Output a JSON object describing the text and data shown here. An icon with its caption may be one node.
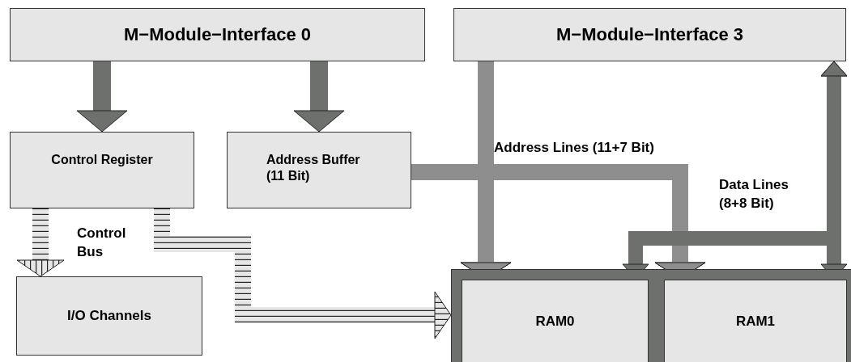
{
  "diagram": {
    "nodes": [
      {
        "text": [
          "M−Module−Interface 0"
        ]
      },
      {
        "text": [
          "M−Module−Interface 3"
        ]
      },
      {
        "text": [
          "Control Register"
        ]
      },
      {
        "text": [
          "Address Buffer (11 Bit)"
        ]
      },
      {
        "text": [
          "I/O Channels"
        ]
      },
      {
        "text": [],
        "shape": "box"
      },
      {
        "text": [
          "RAM0"
        ],
        "in": 5
      },
      {
        "text": [
          "RAM1"
        ],
        "in": 5
      }
    ],
    "edges": [
      {
        "from": 0,
        "to": 2,
        "arrow": "to"
      },
      {
        "from": 0,
        "to": 3,
        "arrow": "to"
      },
      {
        "from": 2,
        "to": 4,
        "arrow": "to",
        "label": "Control Bus",
        "color": "#e6e6e6"
      },
      {
        "from": 2,
        "to": 5,
        "arrow": "to",
        "color": "#e6e6e6"
      },
      {
        "from": 1,
        "to": 6,
        "arrow": "to",
        "label": "Address Lines (11+7 Bit)",
        "color": "#8e8e8e"
      },
      {
        "from": 3,
        "to": 6,
        "arrow": "to",
        "color": "#8e8e8e"
      },
      {
        "from": 3,
        "to": 7,
        "arrow": "to",
        "color": "#8e8e8e"
      },
      {
        "from": 1,
        "to": 7,
        "arrow": "to",
        "color": "#8e8e8e"
      },
      {
        "from": 1,
        "to": 6,
        "arrow": "both",
        "label": "Data Lines (8+8 Bit)"
      },
      {
        "from": 1,
        "to": 7,
        "arrow": "both"
      }
    ]
  }
}
